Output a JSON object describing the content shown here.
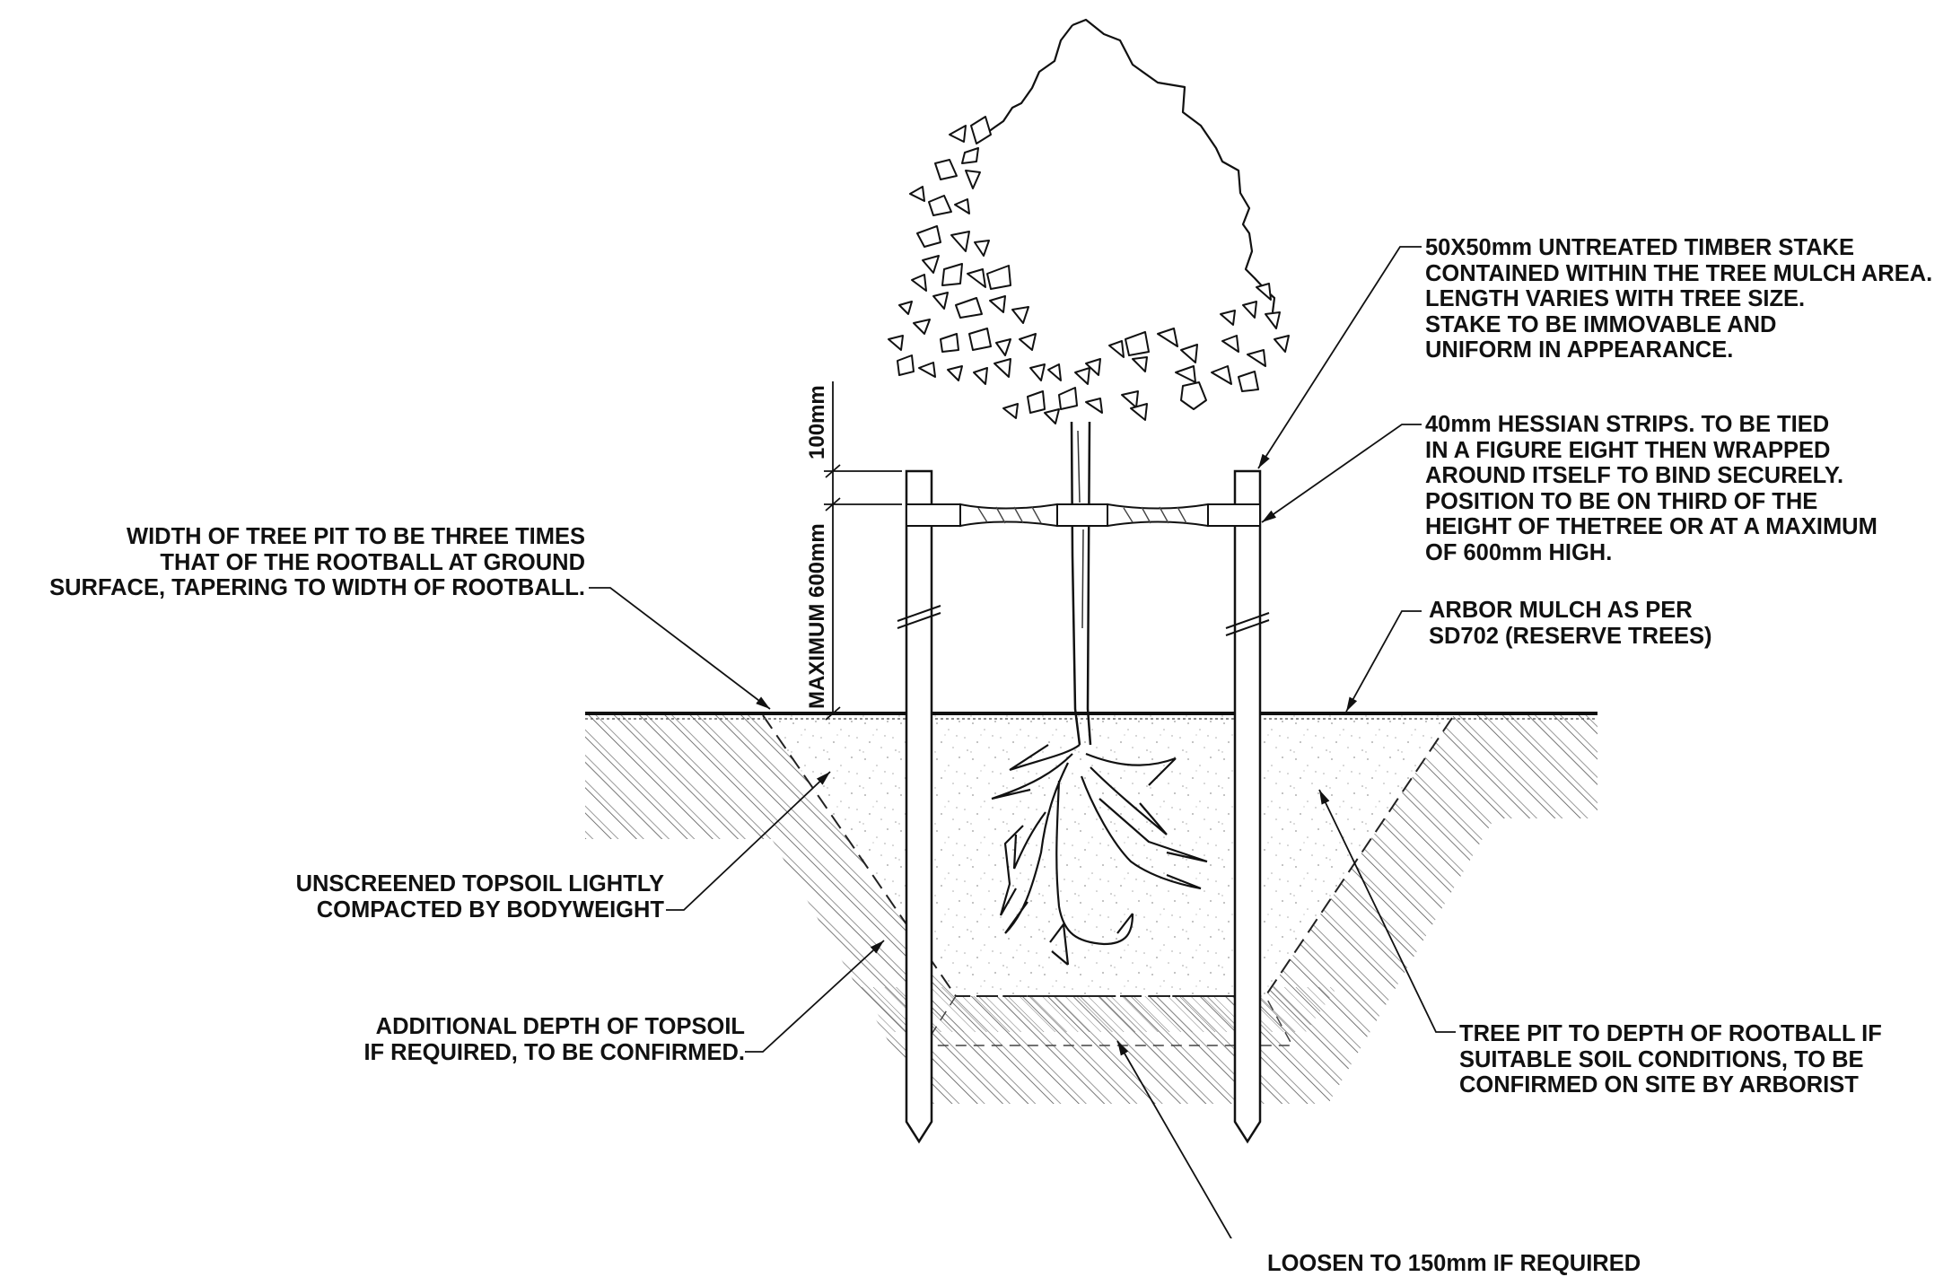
{
  "notes": {
    "stake": "50X50mm UNTREATED TIMBER STAKE\nCONTAINED WITHIN THE TREE MULCH AREA.\nLENGTH VARIES WITH TREE SIZE.\nSTAKE TO BE IMMOVABLE AND\nUNIFORM IN APPEARANCE.",
    "hessian": "40mm HESSIAN STRIPS. TO BE TIED\nIN A FIGURE EIGHT THEN WRAPPED\nAROUND ITSELF TO BIND SECURELY.\nPOSITION TO BE ON THIRD OF THE\nHEIGHT OF THETREE OR AT A MAXIMUM\nOF 600mm HIGH.",
    "pit_width": "WIDTH OF TREE PIT TO BE THREE TIMES\nTHAT OF THE ROOTBALL AT GROUND\nSURFACE, TAPERING TO WIDTH OF ROOTBALL.",
    "mulch": "ARBOR MULCH AS PER\nSD702 (RESERVE TREES)",
    "topsoil": "UNSCREENED TOPSOIL LIGHTLY\nCOMPACTED BY BODYWEIGHT",
    "additional_depth": "ADDITIONAL DEPTH OF TOPSOIL\nIF REQUIRED, TO BE CONFIRMED.",
    "pit_depth": "TREE PIT TO DEPTH OF ROOTBALL IF\nSUITABLE SOIL CONDITIONS, TO BE\nCONFIRMED ON SITE BY ARBORIST",
    "loosen": "LOOSEN TO 150mm IF REQUIRED"
  },
  "dimensions": {
    "upper": "100mm",
    "lower": "MAXIMUM 600mm"
  }
}
